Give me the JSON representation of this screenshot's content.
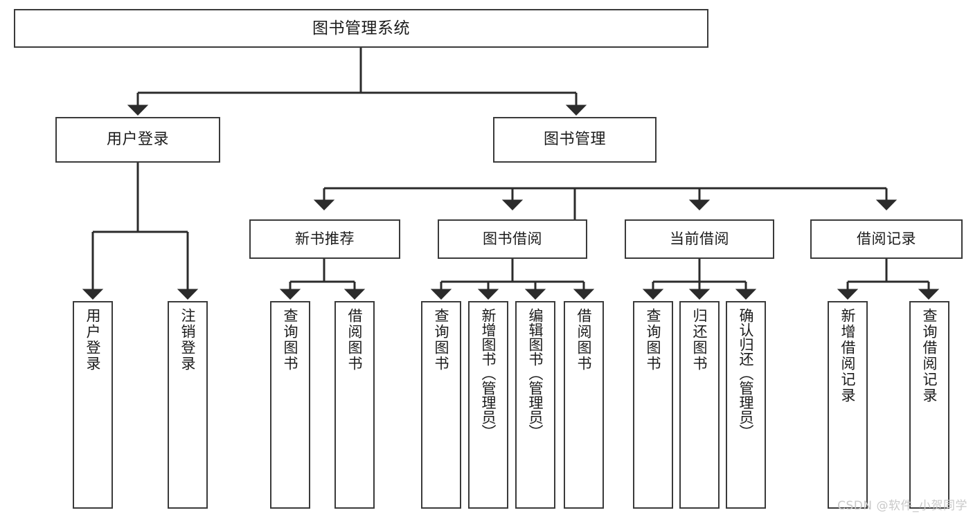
{
  "diagram": {
    "title": "图书管理系统",
    "type": "tree",
    "colors": {
      "box_border": "#3a3a3a",
      "box_fill": "#ffffff",
      "edge": "#2b2b2b",
      "text": "#1b1b1b",
      "watermark": "#c9c9c9",
      "background": "#ffffff"
    },
    "root": {
      "label": "图书管理系统"
    },
    "level2": [
      {
        "label": "用户登录"
      },
      {
        "label": "图书管理"
      }
    ],
    "level3": [
      {
        "label": "新书推荐"
      },
      {
        "label": "图书借阅"
      },
      {
        "label": "当前借阅"
      },
      {
        "label": "借阅记录"
      }
    ],
    "leaves": {
      "user_login": [
        {
          "label": "用户登录"
        },
        {
          "label": "注销登录"
        }
      ],
      "new_book": [
        {
          "label": "查询图书"
        },
        {
          "label": "借阅图书"
        }
      ],
      "book_borrow": [
        {
          "label": "查询图书"
        },
        {
          "label": "新增图书（管理员）"
        },
        {
          "label": "编辑图书（管理员）"
        },
        {
          "label": "借阅图书"
        }
      ],
      "current_borrow": [
        {
          "label": "查询图书"
        },
        {
          "label": "归还图书"
        },
        {
          "label": "确认归还（管理员）"
        }
      ],
      "borrow_record": [
        {
          "label": "新增借阅记录"
        },
        {
          "label": "查询借阅记录"
        }
      ]
    }
  },
  "watermark": {
    "text": "CSDN @软件_小贺同学"
  }
}
